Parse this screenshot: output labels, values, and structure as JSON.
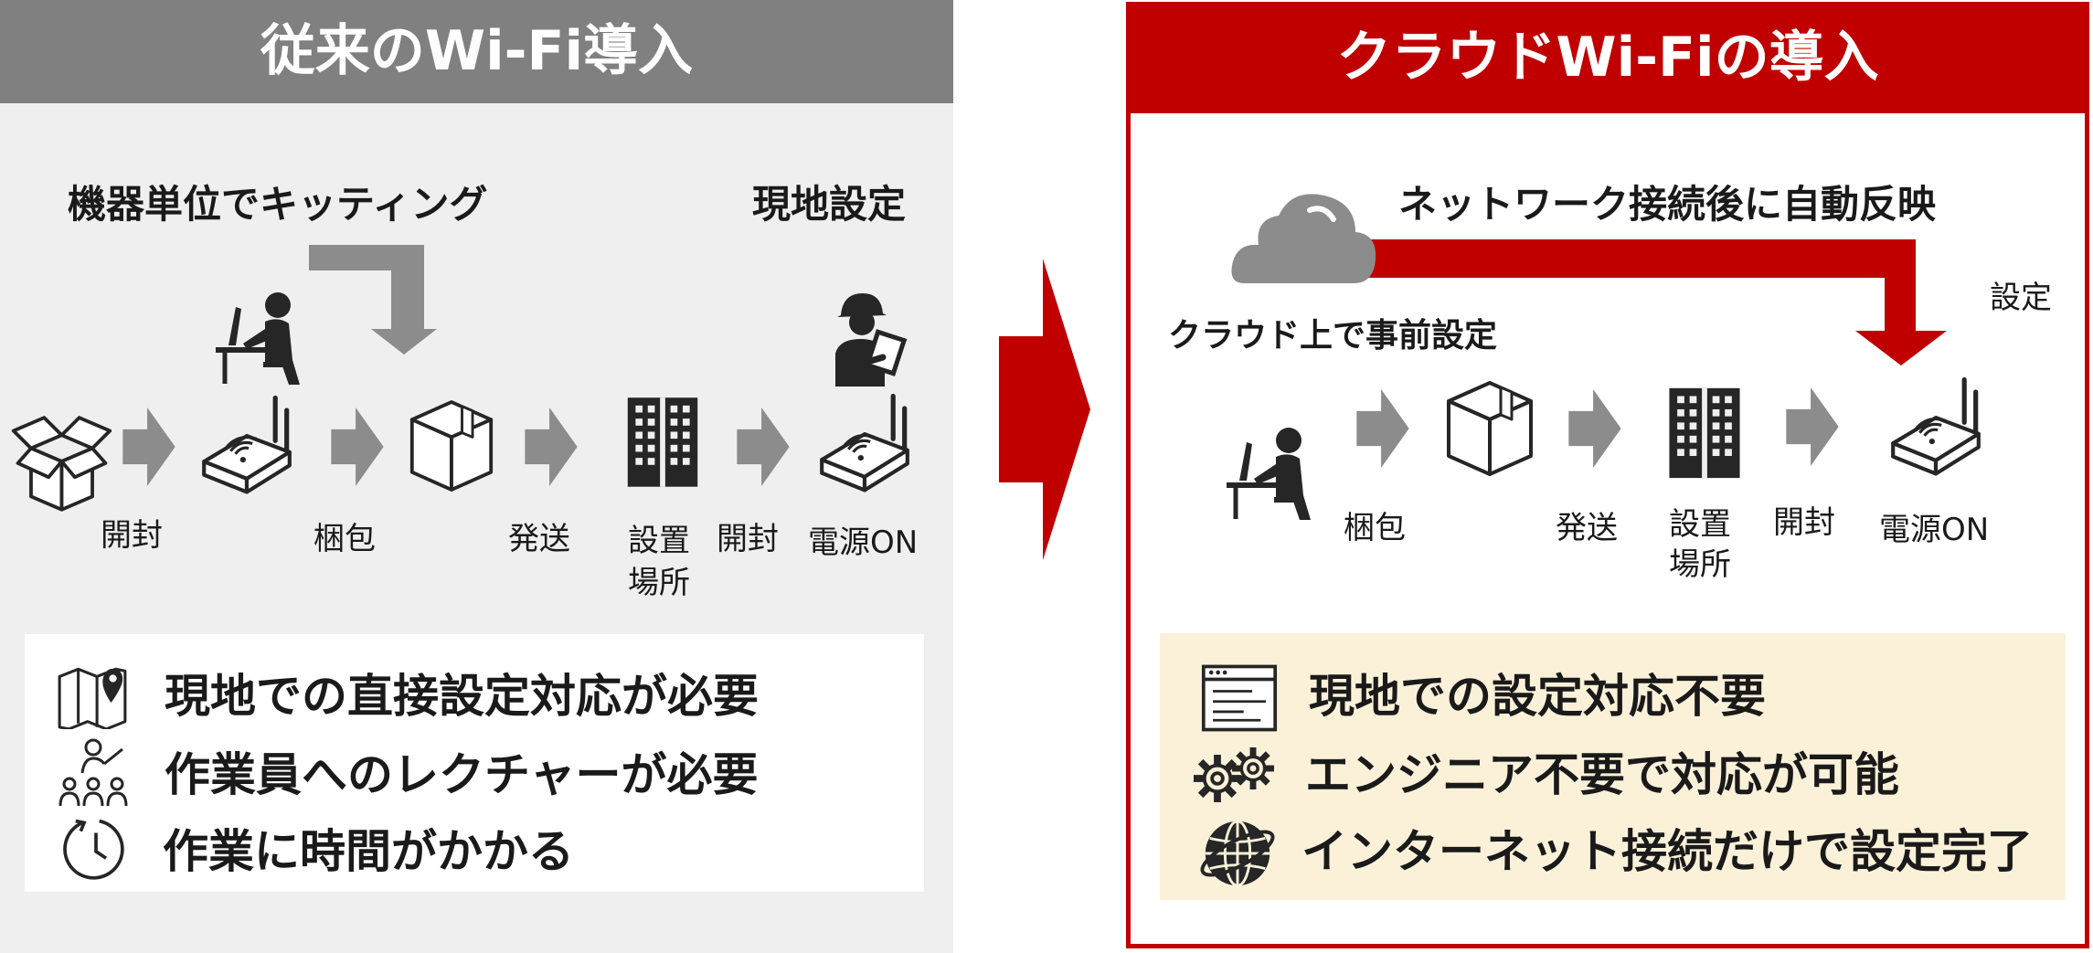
{
  "left": {
    "header": "従来のWi-Fi導入",
    "kitting_label": "機器単位でキッティング",
    "onsite_label": "現地設定",
    "steps": {
      "unbox1": "開封",
      "pack": "梱包",
      "ship": "発送",
      "site_line1": "設置",
      "site_line2": "場所",
      "unbox2": "開封",
      "power": "電源ON"
    },
    "items": [
      "現地での直接設定対応が必要",
      "作業員へのレクチャーが必要",
      "作業に時間がかかる"
    ]
  },
  "right": {
    "header": "クラウドWi-Fiの導入",
    "auto_label": "ネットワーク接続後に自動反映",
    "setting_label": "設定",
    "cloud_label": "クラウド上で事前設定",
    "steps": {
      "pack": "梱包",
      "ship": "発送",
      "site_line1": "設置",
      "site_line2": "場所",
      "unbox": "開封",
      "power": "電源ON"
    },
    "items": [
      "現地での設定対応不要",
      "エンジニア不要で対応が可能",
      "インターネット接続だけで設定完了"
    ]
  },
  "colors": {
    "accent_red": "#c00000",
    "header_gray": "#808080",
    "panel_gray": "#efefef",
    "arrow_gray": "#8c8c8c",
    "icon_dark": "#262626",
    "note_beige": "#fbf1d9"
  },
  "icons": {
    "box_open": "open-box-icon",
    "router": "wifi-router-icon",
    "box_closed": "closed-box-icon",
    "building": "building-icon",
    "person_pc": "person-at-computer-icon",
    "worker": "worker-with-tablet-icon",
    "cloud": "cloud-icon",
    "map": "map-pin-icon",
    "lecture": "lecture-icon",
    "clock": "clock-icon",
    "window": "browser-window-icon",
    "gears": "gears-icon",
    "globe": "globe-icon"
  }
}
